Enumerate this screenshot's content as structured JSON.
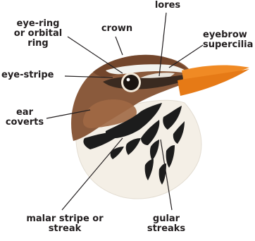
{
  "labels": {
    "lores": "lores",
    "eye_ring_line1": "eye-ring",
    "eye_ring_line2": "or orbital",
    "eye_ring_line3": "ring",
    "crown": "crown",
    "eyebrow_line1": "eyebrow",
    "eyebrow_line2": "supercilia",
    "eye_stripe": "eye-stripe",
    "ear_coverts_line1": "ear",
    "ear_coverts_line2": "coverts",
    "malar_line1": "malar stripe or",
    "malar_line2": "streak",
    "gular_line1": "gular",
    "gular_line2": "streaks"
  },
  "colors": {
    "label_text": "#231f20",
    "leader_line": "#231f20",
    "crown_brown": "#8a5a3c",
    "throat_cream": "#f4efe6",
    "bill_orange": "#f08a24",
    "streak_black": "#1c1c1c",
    "eyebrow_white": "#f2f2ee"
  }
}
